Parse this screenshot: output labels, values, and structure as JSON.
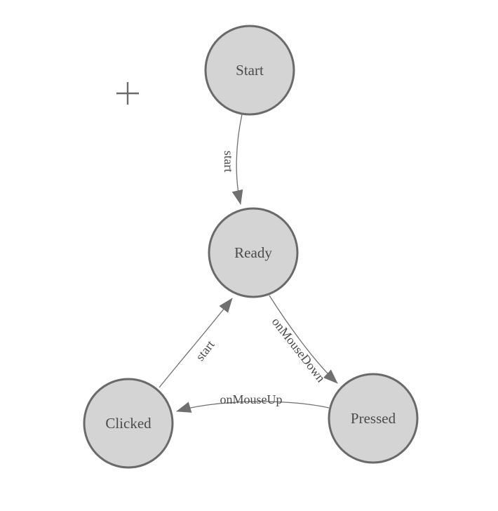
{
  "diagram": {
    "type": "state-machine",
    "colors": {
      "background": "#ffffff",
      "node_fill": "#d4d4d4",
      "node_stroke": "#6a6a6a",
      "edge": "#707070",
      "text": "#4b4b4b",
      "origin_marker": "#6b6b6b"
    },
    "nodes": [
      {
        "id": "start",
        "label": "Start"
      },
      {
        "id": "ready",
        "label": "Ready"
      },
      {
        "id": "clicked",
        "label": "Clicked"
      },
      {
        "id": "pressed",
        "label": "Pressed"
      }
    ],
    "edges": [
      {
        "from": "start",
        "to": "ready",
        "label": "start"
      },
      {
        "from": "ready",
        "to": "pressed",
        "label": "onMouseDown"
      },
      {
        "from": "pressed",
        "to": "clicked",
        "label": "onMouseUp"
      },
      {
        "from": "clicked",
        "to": "ready",
        "label": "start"
      }
    ],
    "origin_marker": {
      "icon": "crosshair"
    }
  }
}
